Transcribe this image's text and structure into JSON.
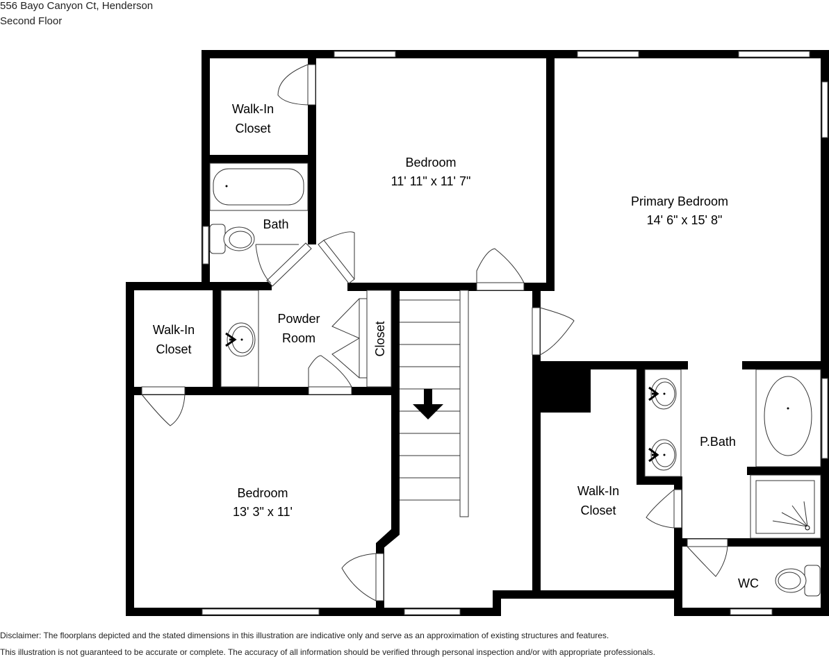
{
  "header": {
    "address": "556 Bayo Canyon Ct, Henderson",
    "floor": "Second Floor"
  },
  "rooms": {
    "walk_in_closet_top": {
      "name_line1": "Walk-In",
      "name_line2": "Closet"
    },
    "bedroom_top": {
      "name": "Bedroom",
      "dimensions": "11' 11\" x 11' 7\""
    },
    "primary_bedroom": {
      "name": "Primary Bedroom",
      "dimensions": "14' 6\" x 15' 8\""
    },
    "bath": {
      "name": "Bath"
    },
    "walk_in_closet_left": {
      "name_line1": "Walk-In",
      "name_line2": "Closet"
    },
    "powder_room": {
      "name_line1": "Powder",
      "name_line2": "Room"
    },
    "closet": {
      "name": "Closet"
    },
    "bedroom_bottom": {
      "name": "Bedroom",
      "dimensions": "13' 3\" x 11'"
    },
    "walk_in_closet_primary": {
      "name_line1": "Walk-In",
      "name_line2": "Closet"
    },
    "primary_bath": {
      "name": "P.Bath"
    },
    "wc": {
      "name": "WC"
    }
  },
  "disclaimer": {
    "line1": "Disclaimer: The floorplans depicted and the stated dimensions in this illustration are indicative only and serve as an approximation of existing structures and features.",
    "line2": "This illustration is not guaranteed to be accurate or complete. The accuracy of all information should be verified through personal inspection and/or with appropriate professionals."
  }
}
